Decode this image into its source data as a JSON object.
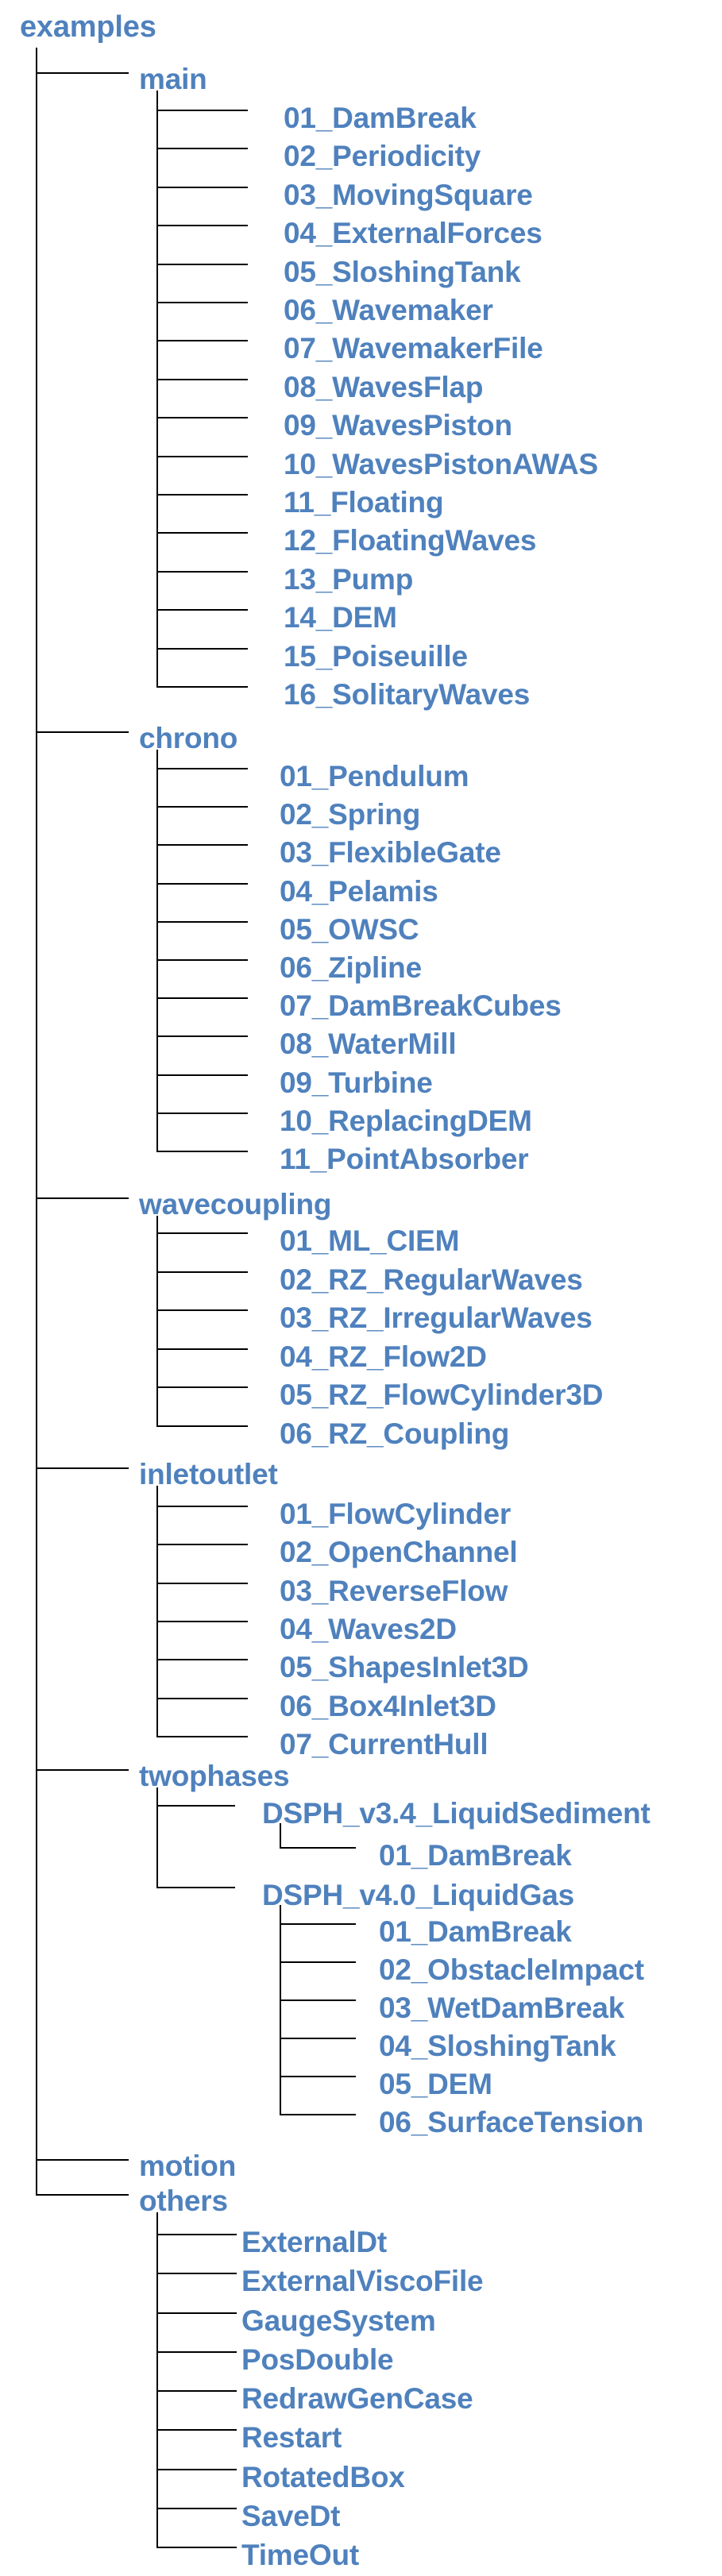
{
  "diagram": {
    "title": "examples",
    "colors": {
      "label": "#4f81bd",
      "connector": "#000000"
    },
    "root": {
      "label": "examples",
      "children": [
        {
          "label": "main",
          "children": [
            {
              "label": "01_DamBreak"
            },
            {
              "label": "02_Periodicity"
            },
            {
              "label": "03_MovingSquare"
            },
            {
              "label": "04_ExternalForces"
            },
            {
              "label": "05_SloshingTank"
            },
            {
              "label": "06_Wavemaker"
            },
            {
              "label": "07_WavemakerFile"
            },
            {
              "label": "08_WavesFlap"
            },
            {
              "label": "09_WavesPiston"
            },
            {
              "label": "10_WavesPistonAWAS"
            },
            {
              "label": "11_Floating"
            },
            {
              "label": "12_FloatingWaves"
            },
            {
              "label": "13_Pump"
            },
            {
              "label": "14_DEM"
            },
            {
              "label": "15_Poiseuille"
            },
            {
              "label": "16_SolitaryWaves"
            }
          ]
        },
        {
          "label": "chrono",
          "children": [
            {
              "label": "01_Pendulum"
            },
            {
              "label": "02_Spring"
            },
            {
              "label": "03_FlexibleGate"
            },
            {
              "label": "04_Pelamis"
            },
            {
              "label": "05_OWSC"
            },
            {
              "label": "06_Zipline"
            },
            {
              "label": "07_DamBreakCubes"
            },
            {
              "label": "08_WaterMill"
            },
            {
              "label": "09_Turbine"
            },
            {
              "label": "10_ReplacingDEM"
            },
            {
              "label": "11_PointAbsorber"
            }
          ]
        },
        {
          "label": "wavecoupling",
          "children": [
            {
              "label": "01_ML_CIEM"
            },
            {
              "label": "02_RZ_RegularWaves"
            },
            {
              "label": "03_RZ_IrregularWaves"
            },
            {
              "label": "04_RZ_Flow2D"
            },
            {
              "label": "05_RZ_FlowCylinder3D"
            },
            {
              "label": "06_RZ_Coupling"
            }
          ]
        },
        {
          "label": "inletoutlet",
          "children": [
            {
              "label": "01_FlowCylinder"
            },
            {
              "label": "02_OpenChannel"
            },
            {
              "label": "03_ReverseFlow"
            },
            {
              "label": "04_Waves2D"
            },
            {
              "label": "05_ShapesInlet3D"
            },
            {
              "label": "06_Box4Inlet3D"
            },
            {
              "label": "07_CurrentHull"
            }
          ]
        },
        {
          "label": "twophases",
          "children": [
            {
              "label": "DSPH_v3.4_LiquidSediment",
              "children": [
                {
                  "label": "01_DamBreak"
                }
              ]
            },
            {
              "label": "DSPH_v4.0_LiquidGas",
              "children": [
                {
                  "label": "01_DamBreak"
                },
                {
                  "label": "02_ObstacleImpact"
                },
                {
                  "label": "03_WetDamBreak"
                },
                {
                  "label": "04_SloshingTank"
                },
                {
                  "label": "05_DEM"
                },
                {
                  "label": "06_SurfaceTension"
                }
              ]
            }
          ]
        },
        {
          "label": "motion"
        },
        {
          "label": "others",
          "children": [
            {
              "label": "ExternalDt"
            },
            {
              "label": "ExternalViscoFile"
            },
            {
              "label": "GaugeSystem"
            },
            {
              "label": "PosDouble"
            },
            {
              "label": "RedrawGenCase"
            },
            {
              "label": "Restart"
            },
            {
              "label": "RotatedBox"
            },
            {
              "label": "SaveDt"
            },
            {
              "label": "TimeOut"
            }
          ]
        }
      ]
    }
  }
}
